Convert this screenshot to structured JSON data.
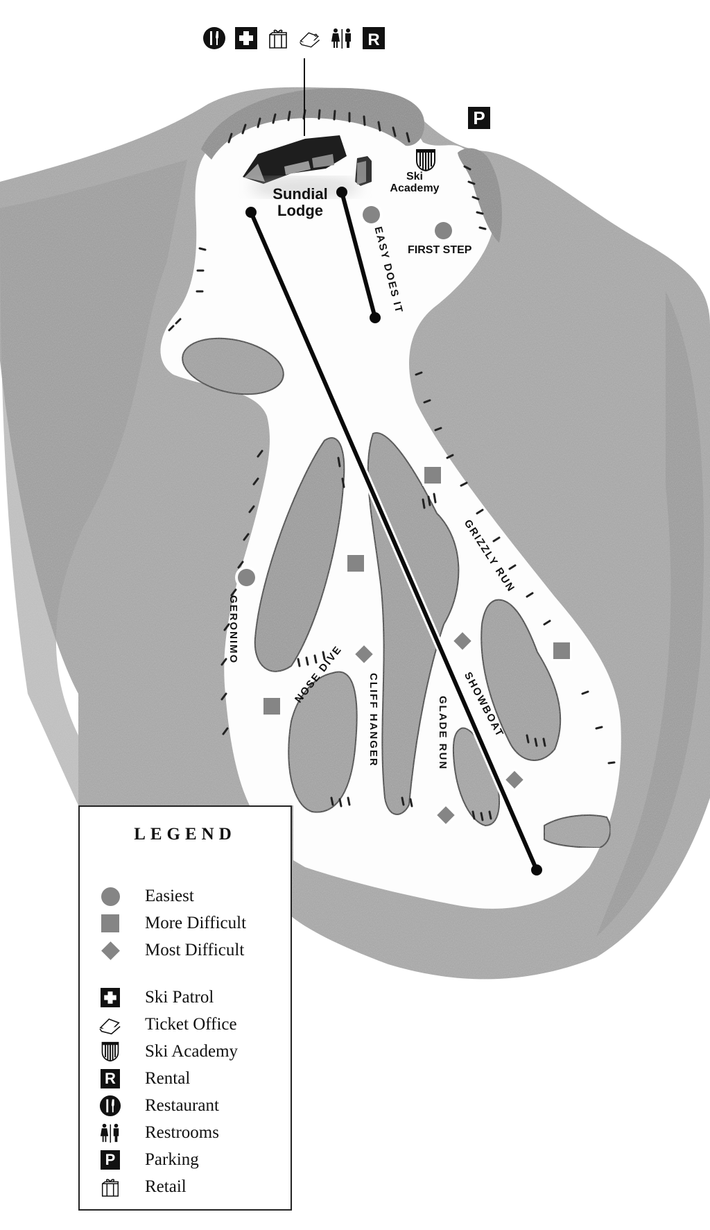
{
  "map": {
    "lodge_label_line1": "Sundial",
    "lodge_label_line2": "Lodge",
    "academy_label_line1": "Ski",
    "academy_label_line2": "Academy",
    "lodge_amenities": [
      "restaurant-icon",
      "ski-patrol-icon",
      "retail-icon",
      "ticket-office-icon",
      "restrooms-icon",
      "rental-icon"
    ],
    "parking_symbol": "P",
    "rental_symbol": "R",
    "runs": [
      {
        "name": "EASY DOES IT",
        "difficulty": "easiest"
      },
      {
        "name": "FIRST STEP",
        "difficulty": "easiest"
      },
      {
        "name": "GERONIMO",
        "difficulty": "easiest"
      },
      {
        "name": "GRIZZLY RUN",
        "difficulty": "more-difficult"
      },
      {
        "name": "NOSE DIVE",
        "difficulty": "more-difficult"
      },
      {
        "name": "CLIFF HANGER",
        "difficulty": "most-difficult"
      },
      {
        "name": "GLADE RUN",
        "difficulty": "most-difficult"
      },
      {
        "name": "SHOWBOAT",
        "difficulty": "most-difficult"
      }
    ],
    "lifts": [
      {
        "name": "main-lift",
        "from": [
          362,
          306
        ],
        "to": [
          774,
          1254
        ]
      },
      {
        "name": "easy-lift",
        "from": [
          493,
          277
        ],
        "to": [
          541,
          458
        ]
      }
    ],
    "marker_color": "#858585"
  },
  "legend": {
    "title": "LEGEND",
    "difficulty": [
      {
        "symbol": "circle",
        "label": "Easiest"
      },
      {
        "symbol": "square",
        "label": "More Difficult"
      },
      {
        "symbol": "diamond",
        "label": "Most Difficult"
      }
    ],
    "facilities": [
      {
        "icon": "ski-patrol-icon",
        "label": "Ski Patrol"
      },
      {
        "icon": "ticket-office-icon",
        "label": "Ticket Office"
      },
      {
        "icon": "ski-academy-icon",
        "label": "Ski Academy"
      },
      {
        "icon": "rental-icon",
        "label": "Rental"
      },
      {
        "icon": "restaurant-icon",
        "label": "Restaurant"
      },
      {
        "icon": "restrooms-icon",
        "label": "Restrooms"
      },
      {
        "icon": "parking-icon",
        "label": "Parking"
      },
      {
        "icon": "retail-icon",
        "label": "Retail"
      }
    ]
  }
}
